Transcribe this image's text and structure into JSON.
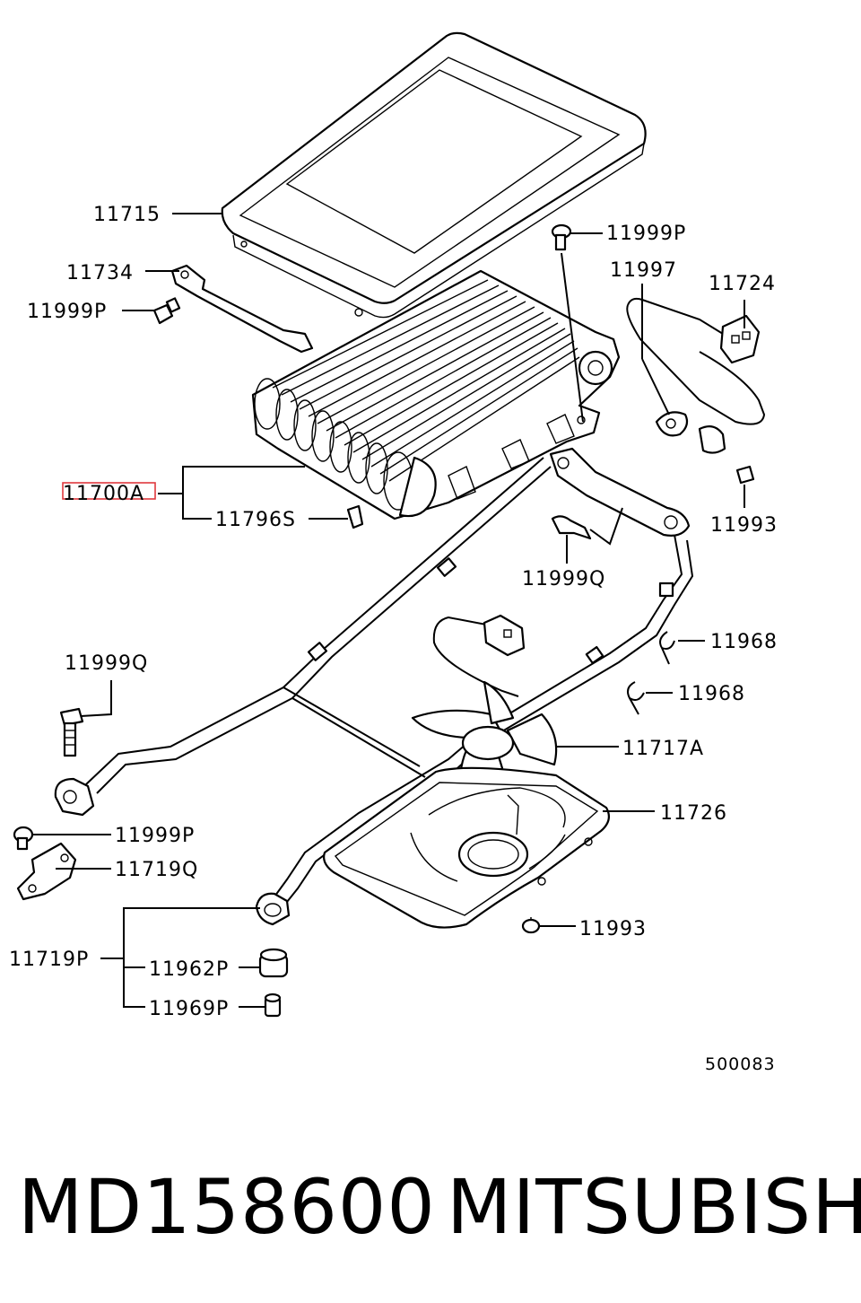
{
  "labels": {
    "l11715": "11715",
    "l11734": "11734",
    "l11999p_a": "11999P",
    "l11999p_b": "11999P",
    "l11999p_c": "11999P",
    "l11997": "11997",
    "l11724": "11724",
    "l11700a": "11700A",
    "l11796s": "11796S",
    "l11993_a": "11993",
    "l11999q_a": "11999Q",
    "l11968_a": "11968",
    "l11968_b": "11968",
    "l11999q_b": "11999Q",
    "l11717a": "11717A",
    "l11726": "11726",
    "l11719q": "11719Q",
    "l11993_b": "11993",
    "l11719p": "11719P",
    "l11962p": "11962P",
    "l11969p": "11969P",
    "l500083": "500083"
  },
  "footer": {
    "part_number": "MD158600",
    "brand": "MITSUBISHI"
  }
}
